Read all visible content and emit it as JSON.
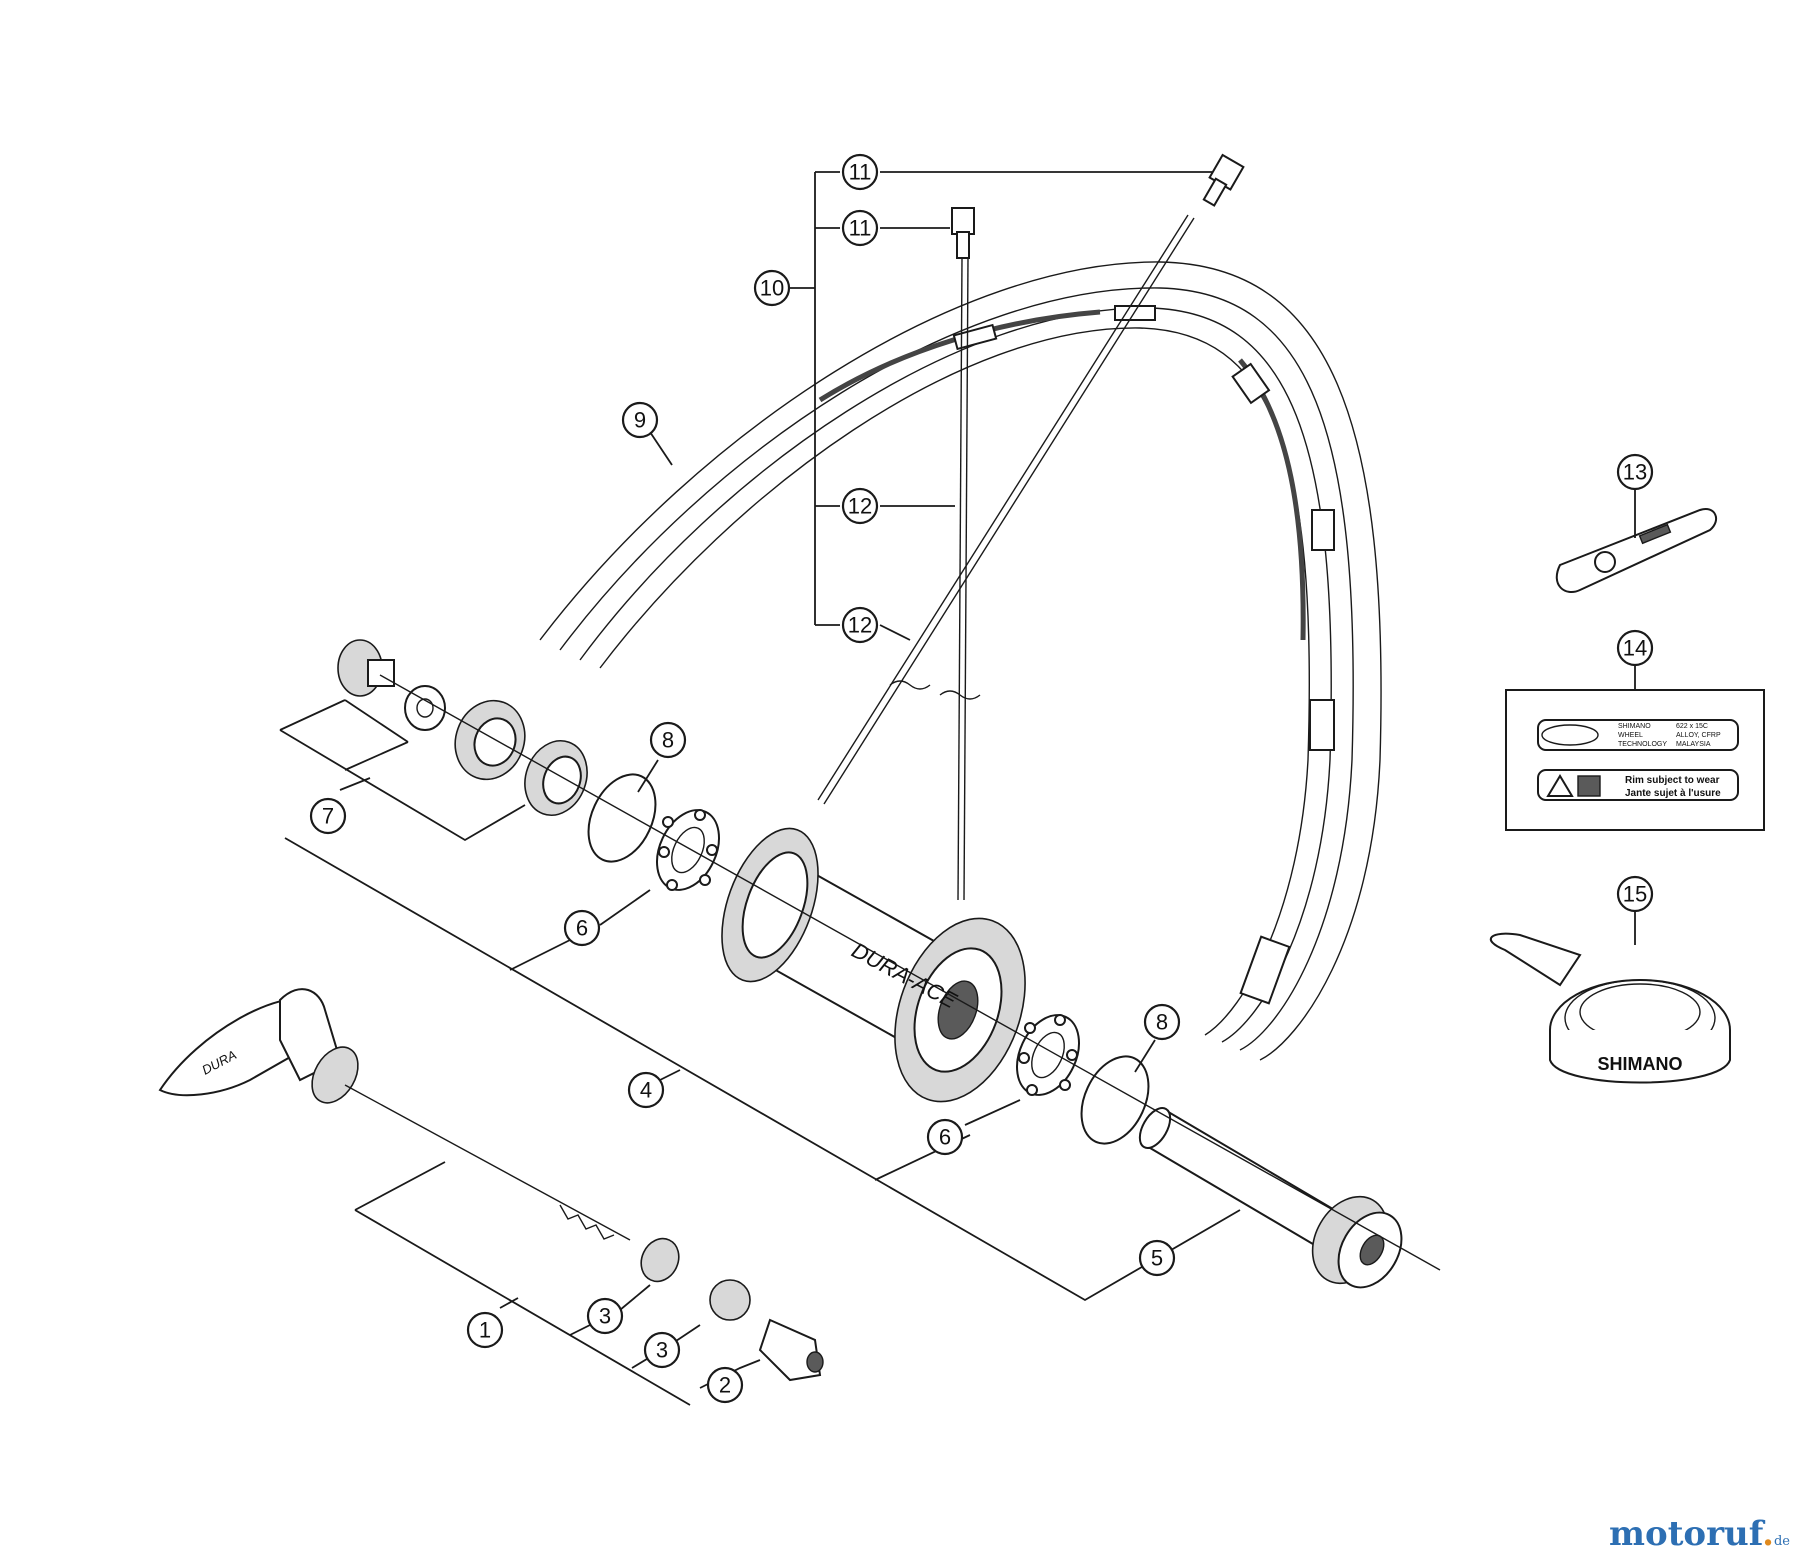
{
  "callouts": [
    "1",
    "2",
    "3",
    "3",
    "4",
    "5",
    "6",
    "6",
    "7",
    "8",
    "8",
    "9",
    "10",
    "11",
    "11",
    "12",
    "12",
    "13",
    "14",
    "15"
  ],
  "hub_brand": "DURA-ACE",
  "tape_brand": "SHIMANO",
  "lever_brand": "DURA",
  "label_sticker": {
    "col1": [
      "SHIMANO",
      "WHEEL",
      "TECHNOLOGY"
    ],
    "col2": [
      "622 x 15C",
      "ALLOY, CFRP",
      "MALAYSIA"
    ],
    "warning_line1": "Rim subject to wear",
    "warning_line2": "Jante sujet à l'usure"
  },
  "watermark": {
    "main": "motoruf",
    "dot": ".",
    "tld": "de"
  }
}
